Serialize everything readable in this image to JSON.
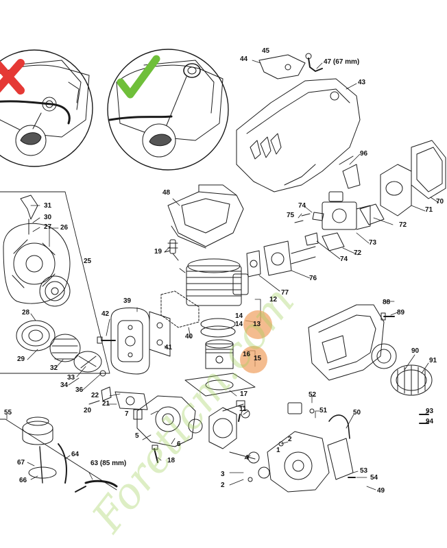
{
  "callouts": {
    "p1": "1",
    "p2": "2",
    "p3": "3",
    "p4": "4",
    "p5": "5",
    "p6": "6",
    "p7": "7",
    "p11": "11",
    "p12": "12",
    "p13": "13",
    "p14a": "14",
    "p14b": "14",
    "p15": "15",
    "p16": "16",
    "p17": "17",
    "p18": "18",
    "p19": "19",
    "p20": "20",
    "p21": "21",
    "p22": "22",
    "p25": "25",
    "p26": "26",
    "p27": "27",
    "p28": "28",
    "p29": "29",
    "p30": "30",
    "p31": "31",
    "p32": "32",
    "p33": "33",
    "p34": "34",
    "p36": "36",
    "p39": "39",
    "p40": "40",
    "p41": "41",
    "p42": "42",
    "p43": "43",
    "p44": "44",
    "p45": "45",
    "p47": "47 (67 mm)",
    "p48": "48",
    "p49": "49",
    "p50": "50",
    "p51": "51",
    "p52": "52",
    "p53": "53",
    "p54": "54",
    "p55": "55",
    "p63": "63 (85 mm)",
    "p64": "64",
    "p66": "66",
    "p67": "67",
    "p70": "70",
    "p71": "71",
    "p72a": "72",
    "p72b": "72",
    "p73": "73",
    "p74a": "74",
    "p74b": "74",
    "p75": "75",
    "p76": "76",
    "p77": "77",
    "p88": "88",
    "p89": "89",
    "p90": "90",
    "p91": "91",
    "p93": "93",
    "p94": "94",
    "p96": "96"
  },
  "watermark": "Foretlcm.com",
  "colors": {
    "line": "#1a1a1a",
    "wrong": "#e53935",
    "right": "#6fbf3a",
    "highlight": "#f0a060",
    "watermark": "#9fd15a"
  }
}
